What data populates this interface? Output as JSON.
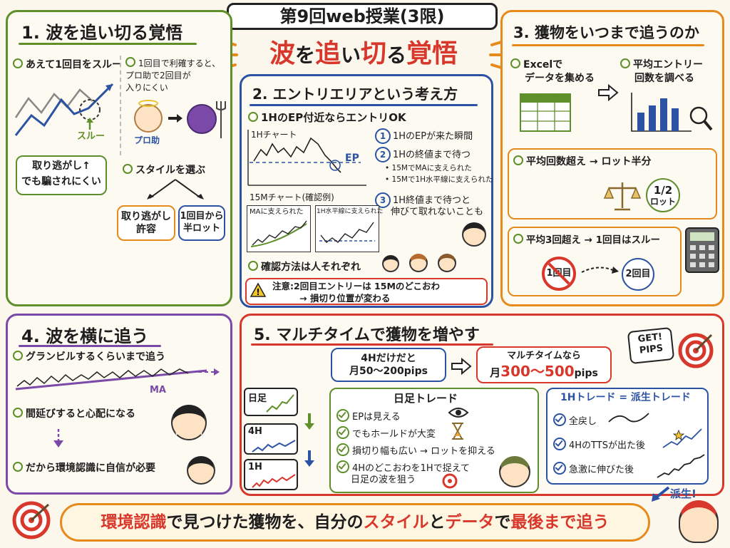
{
  "header": {
    "lesson": "第9回web授業(3限)",
    "theme_parts": [
      "波",
      "を",
      "追",
      "い",
      "切",
      "る",
      "覚悟"
    ]
  },
  "s1": {
    "title": "1. 波を追い切る覚悟",
    "skip_first": "あえて1回目をスルー",
    "note1": [
      "1回目で利確すると、",
      "プロ助で2回目が",
      "入りにくい"
    ],
    "through": "スルー",
    "angel": "プロ助",
    "callout": [
      "取り逃がし↑",
      "でも騙されにくい"
    ],
    "style": "スタイルを選ぶ",
    "opt_a": [
      "取り逃がし",
      "許容"
    ],
    "opt_b": [
      "1回目から",
      "半ロット"
    ]
  },
  "s2": {
    "title": "2. エントリエリアという考え方",
    "rule": "1HのEP付近ならエントリOK",
    "chart_1h": "1Hチャート",
    "ep": "EP",
    "steps": [
      {
        "n": "1",
        "text": "1HのEPが来た瞬間"
      },
      {
        "n": "2",
        "text": "1Hの終値まで待つ"
      },
      {
        "n": "3",
        "text": "1H終値まで待つと"
      }
    ],
    "sub": [
      "• 15MでMAに支えられた",
      "• 15Mで1H水平線に支えられた"
    ],
    "step3_cont": "伸びて取れないことも",
    "chart_15m": "15Mチャート(確認例)",
    "ma_support": "MAに支えられた",
    "h_support": "1H水平線に支えられた",
    "method": "確認方法は人それぞれ",
    "warning": [
      "注意:2回目エントリーは 15Mのどこおわ",
      "→ 損切り位置が変わる"
    ]
  },
  "s3": {
    "title": "3. 獲物をいつまで追うのか",
    "excel": [
      "Excelで",
      "データを集める"
    ],
    "avg": [
      "平均エントリー",
      "回数を調べる"
    ],
    "rule1": "平均回数超え → ロット半分",
    "half": [
      "1/2",
      "ロット"
    ],
    "rule2": "平均3回超え → 1回目はスルー",
    "first": "1回目",
    "second": "2回目"
  },
  "s4": {
    "title": "4. 波を横に追う",
    "granville": "グランビルするくらいまで追う",
    "ma": "MA",
    "worry": "間延びすると心配になる",
    "confidence": "だから環境認識に自信が必要"
  },
  "s5": {
    "title": "5. マルチタイムで獲物を増やす",
    "only4h": [
      "4Hだけだと",
      "月50〜200pips"
    ],
    "multi_label": "マルチタイムなら",
    "multi_pre": "月",
    "multi_val": "300〜500",
    "multi_unit": "pips",
    "get": [
      "GET!",
      "PIPS"
    ],
    "tf": [
      "日足",
      "4H",
      "1H"
    ],
    "daily_title": "日足トレード",
    "daily": [
      "EPは見える",
      "でもホールドが大変",
      "損切り幅も広い → ロットを抑える",
      "4Hのどこおわを1Hで捉えて",
      "日足の波を狙う"
    ],
    "h1_title": "1Hトレード = 派生トレード",
    "h1": [
      "全戻し",
      "4HのTTSが出た後",
      "急激に伸びた後"
    ],
    "derive": "派生!"
  },
  "footer": {
    "parts": [
      {
        "t": "環境認識",
        "c": "red"
      },
      {
        "t": "で見つけた獲物を、自分の",
        "c": "black"
      },
      {
        "t": "スタイル",
        "c": "red"
      },
      {
        "t": "と",
        "c": "black"
      },
      {
        "t": "データ",
        "c": "red"
      },
      {
        "t": "で",
        "c": "black"
      },
      {
        "t": "最後まで追う",
        "c": "red"
      }
    ]
  },
  "colors": {
    "green": "#5e8f2a",
    "blue": "#2c53a3",
    "orange": "#e68a1c",
    "purple": "#7b4aa8",
    "red": "#d8382c"
  }
}
